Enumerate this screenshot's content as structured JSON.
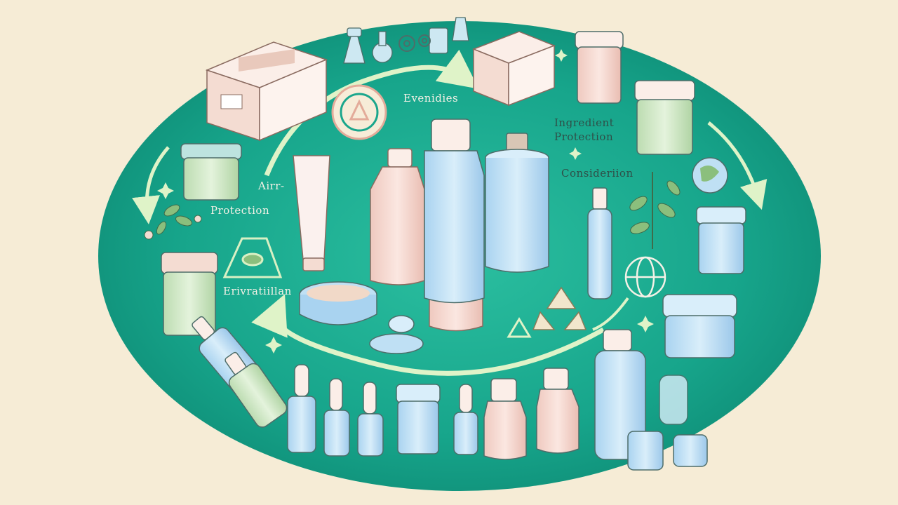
{
  "labels": {
    "evenidies": "Evenidies",
    "ingredient": "Ingredient",
    "protection_top": "Protection",
    "consideration": "Consideriion",
    "airr": "Airr-",
    "protection_left": "Protection",
    "environment": "Erivratiillan"
  },
  "colors": {
    "background": "#f6ecd6",
    "teal": "#1aa68c",
    "teal_dark": "#0f8a72",
    "arrow": "#dff3c8",
    "pink": "#f7dbd3",
    "blue": "#bfe0f4",
    "green_jar": "#cfe7c6"
  },
  "icons": [
    "recycle-icon",
    "globe-icon",
    "leaf-icon",
    "box-icon",
    "gear-icon"
  ]
}
